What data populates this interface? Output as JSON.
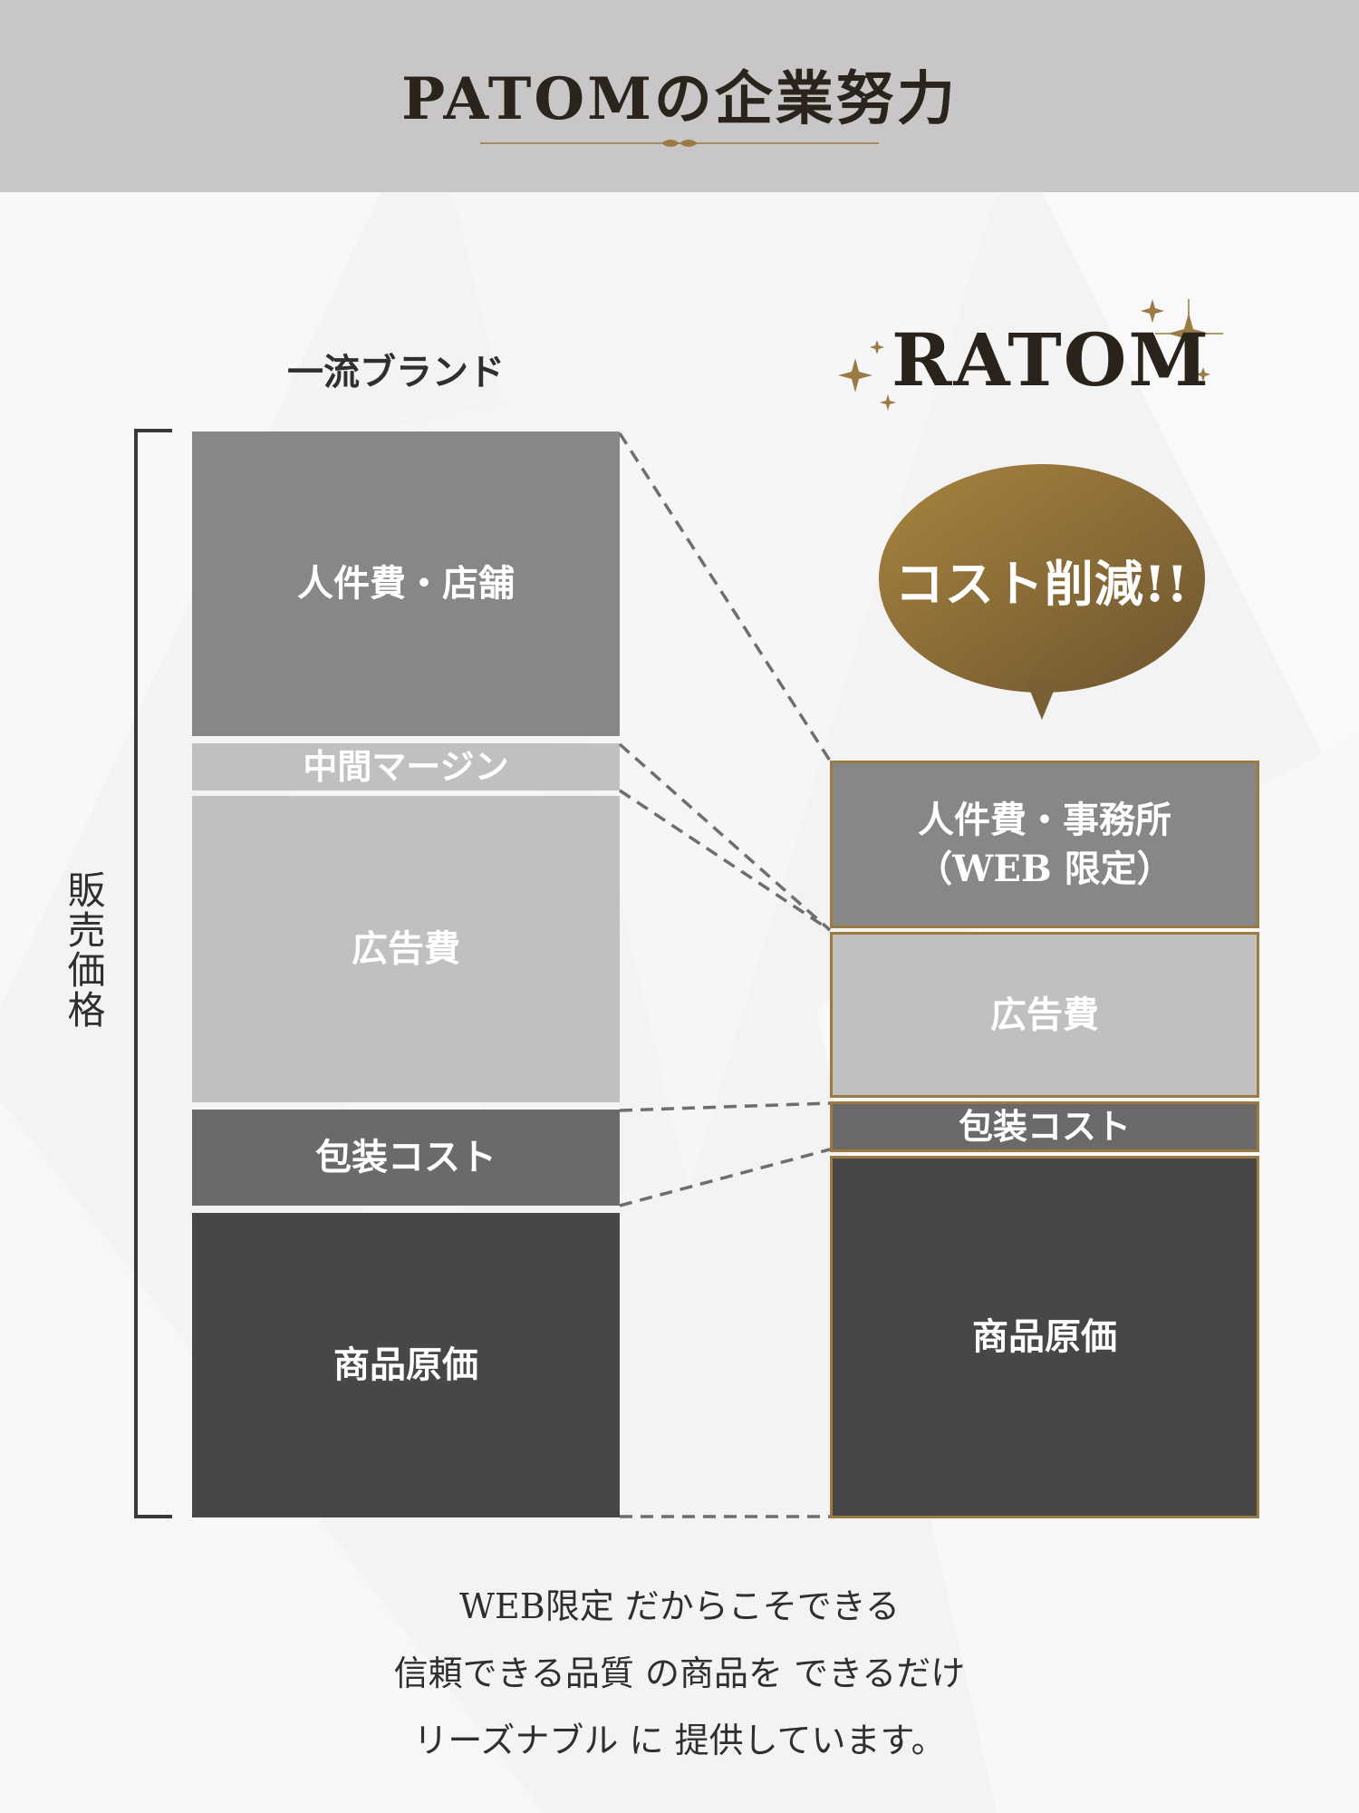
{
  "header": {
    "title": "PATOMの企業努力"
  },
  "left_column": {
    "label": "一流ブランド",
    "blocks": [
      "人件費・店舗",
      "中間マージン",
      "広告費",
      "包装コスト",
      "商品原価"
    ]
  },
  "right_column": {
    "label": "RATOM",
    "blocks": [
      "人件費・事務所",
      "（WEB 限定）",
      "広告費",
      "包装コスト",
      "商品原価"
    ]
  },
  "side_label": "販売価格",
  "bubble": {
    "text": "コスト削減!!"
  },
  "footer": {
    "lines": [
      "WEB限定 だからこそできる",
      "信頼できる品質 の商品を できるだけ",
      "リーズナブル に 提供しています。"
    ]
  },
  "colors": {
    "header_bg": "#c8c6c7",
    "gold": "#9b7a43",
    "block_dark": "#474747",
    "block_mid": "#6b6a69",
    "block_gray": "#878786",
    "block_light": "#c1c0be"
  }
}
